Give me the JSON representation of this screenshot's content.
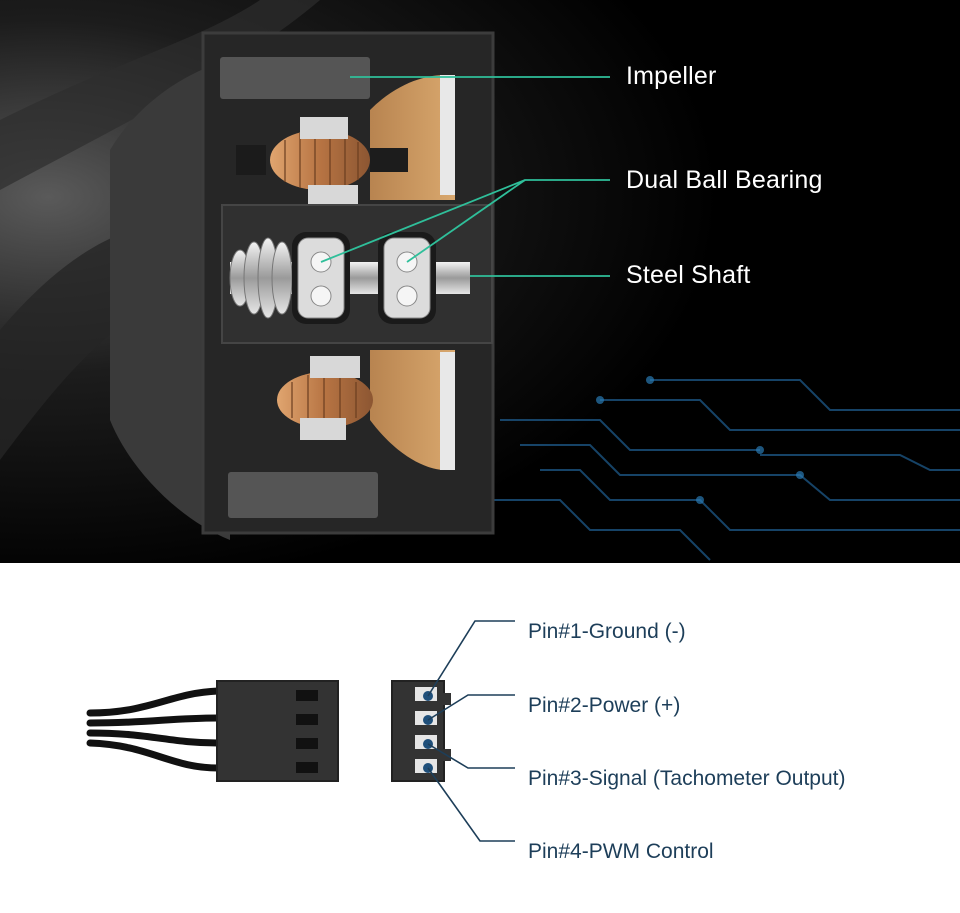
{
  "colors": {
    "callout_line": "#2fbf9a",
    "pin_text": "#1d3e59",
    "pin_line": "#1d3e59",
    "pin_dot": "#1f4f7a",
    "housing": "#2b2b2b",
    "copper": "#c98a54"
  },
  "fan_callouts": {
    "impeller": "Impeller",
    "dual_ball_bearing": "Dual Ball Bearing",
    "steel_shaft": "Steel Shaft"
  },
  "pins": [
    {
      "label": "Pin#1-Ground (-)"
    },
    {
      "label": "Pin#2-Power (+)"
    },
    {
      "label": "Pin#3-Signal (Tachometer Output)"
    },
    {
      "label": "Pin#4-PWM Control"
    }
  ]
}
